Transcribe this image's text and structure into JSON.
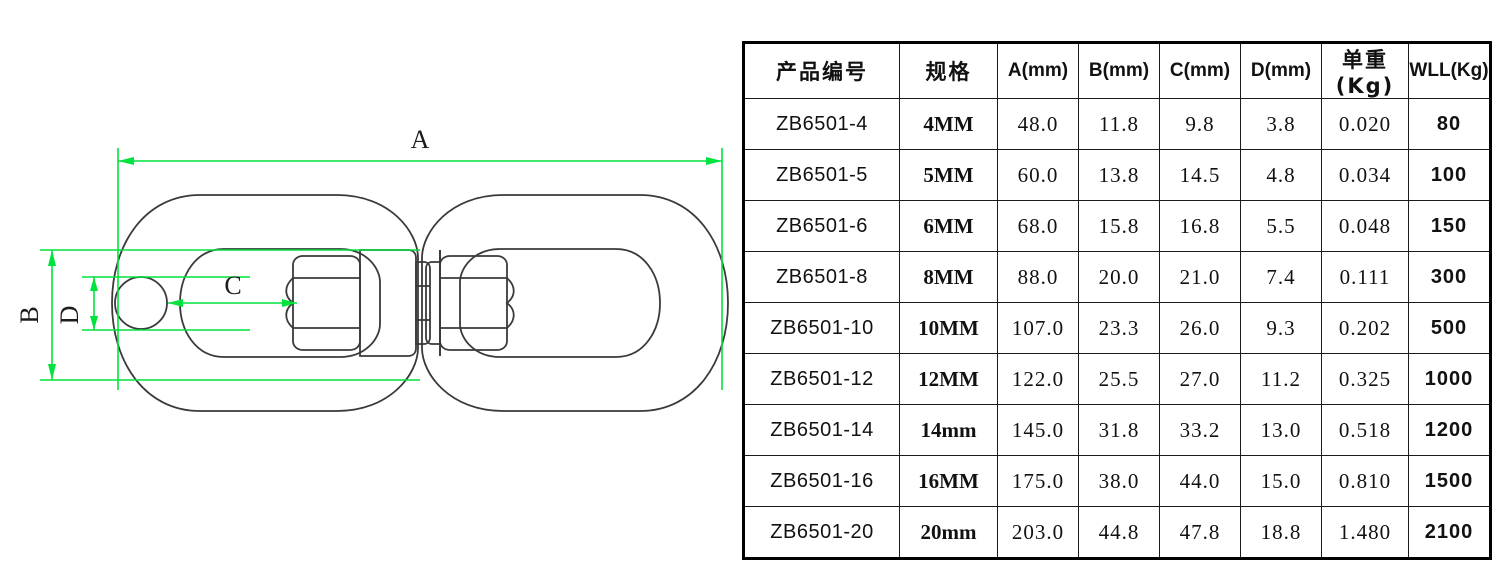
{
  "drawing": {
    "caption_labels": {
      "a": "A",
      "b": "B",
      "c": "C",
      "d": "D"
    },
    "colors": {
      "dimension_green": "#00e33c",
      "outline_dark": "#3a3a3a"
    },
    "description": "swivel eye-and-eye technical outline drawing with dimension callouts A, B, C, D"
  },
  "table": {
    "headers": [
      "产品编号",
      "规格",
      "A(mm)",
      "B(mm)",
      "C(mm)",
      "D(mm)",
      "单重(Kg)",
      "WLL(Kg)"
    ],
    "rows": [
      {
        "model": "ZB6501-4",
        "spec": "4MM",
        "a": "48.0",
        "b": "11.8",
        "c": "9.8",
        "d": "3.8",
        "weight": "0.020",
        "wll": "80"
      },
      {
        "model": "ZB6501-5",
        "spec": "5MM",
        "a": "60.0",
        "b": "13.8",
        "c": "14.5",
        "d": "4.8",
        "weight": "0.034",
        "wll": "100"
      },
      {
        "model": "ZB6501-6",
        "spec": "6MM",
        "a": "68.0",
        "b": "15.8",
        "c": "16.8",
        "d": "5.5",
        "weight": "0.048",
        "wll": "150"
      },
      {
        "model": "ZB6501-8",
        "spec": "8MM",
        "a": "88.0",
        "b": "20.0",
        "c": "21.0",
        "d": "7.4",
        "weight": "0.111",
        "wll": "300"
      },
      {
        "model": "ZB6501-10",
        "spec": "10MM",
        "a": "107.0",
        "b": "23.3",
        "c": "26.0",
        "d": "9.3",
        "weight": "0.202",
        "wll": "500"
      },
      {
        "model": "ZB6501-12",
        "spec": "12MM",
        "a": "122.0",
        "b": "25.5",
        "c": "27.0",
        "d": "11.2",
        "weight": "0.325",
        "wll": "1000"
      },
      {
        "model": "ZB6501-14",
        "spec": "14mm",
        "a": "145.0",
        "b": "31.8",
        "c": "33.2",
        "d": "13.0",
        "weight": "0.518",
        "wll": "1200"
      },
      {
        "model": "ZB6501-16",
        "spec": "16MM",
        "a": "175.0",
        "b": "38.0",
        "c": "44.0",
        "d": "15.0",
        "weight": "0.810",
        "wll": "1500"
      },
      {
        "model": "ZB6501-20",
        "spec": "20mm",
        "a": "203.0",
        "b": "44.8",
        "c": "47.8",
        "d": "18.8",
        "weight": "1.480",
        "wll": "2100"
      }
    ]
  }
}
